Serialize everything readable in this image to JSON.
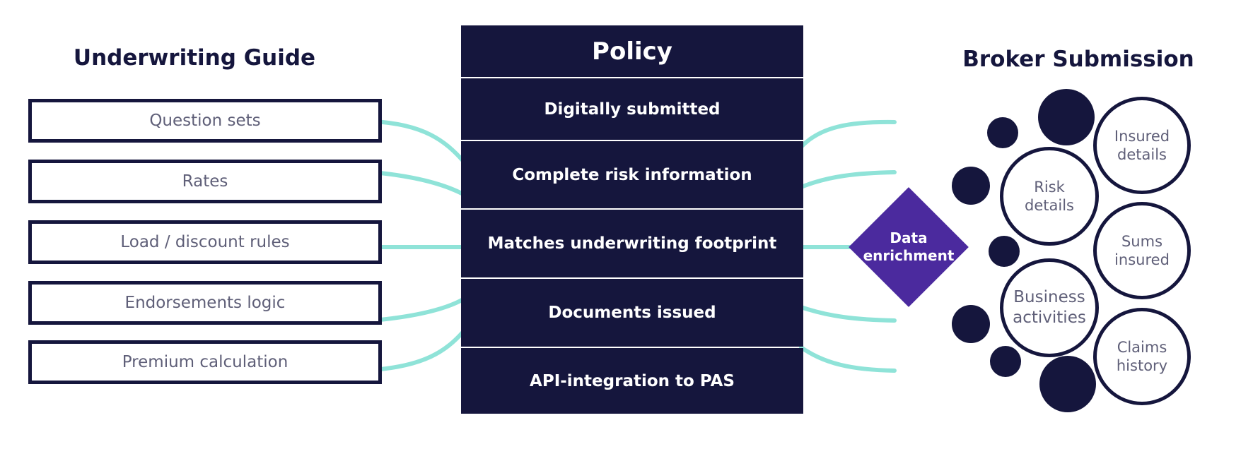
{
  "underwriting_guide": {
    "title": "Underwriting Guide",
    "items": [
      {
        "label": "Question sets"
      },
      {
        "label": "Rates"
      },
      {
        "label": "Load / discount rules"
      },
      {
        "label": "Endorsements logic"
      },
      {
        "label": "Premium calculation"
      }
    ]
  },
  "policy": {
    "title": "Policy",
    "rows": [
      {
        "label": "Digitally submitted"
      },
      {
        "label": "Complete risk information"
      },
      {
        "label": "Matches underwriting footprint"
      },
      {
        "label": "Documents issued"
      },
      {
        "label": "API-integration to PAS"
      }
    ]
  },
  "data_enrichment": {
    "line1": "Data",
    "line2": "enrichment"
  },
  "broker_submission": {
    "title": "Broker Submission",
    "bubbles": [
      {
        "line1": "Insured",
        "line2": "details"
      },
      {
        "line1": "Risk",
        "line2": "details"
      },
      {
        "line1": "Sums",
        "line2": "insured"
      },
      {
        "line1": "Business",
        "line2": "activities"
      },
      {
        "line1": "Claims",
        "line2": "history"
      }
    ]
  },
  "colors": {
    "navy": "#15163d",
    "teal": "#8fe3d8",
    "purple": "#4b2a9e",
    "gray_text": "#5f5f78"
  }
}
